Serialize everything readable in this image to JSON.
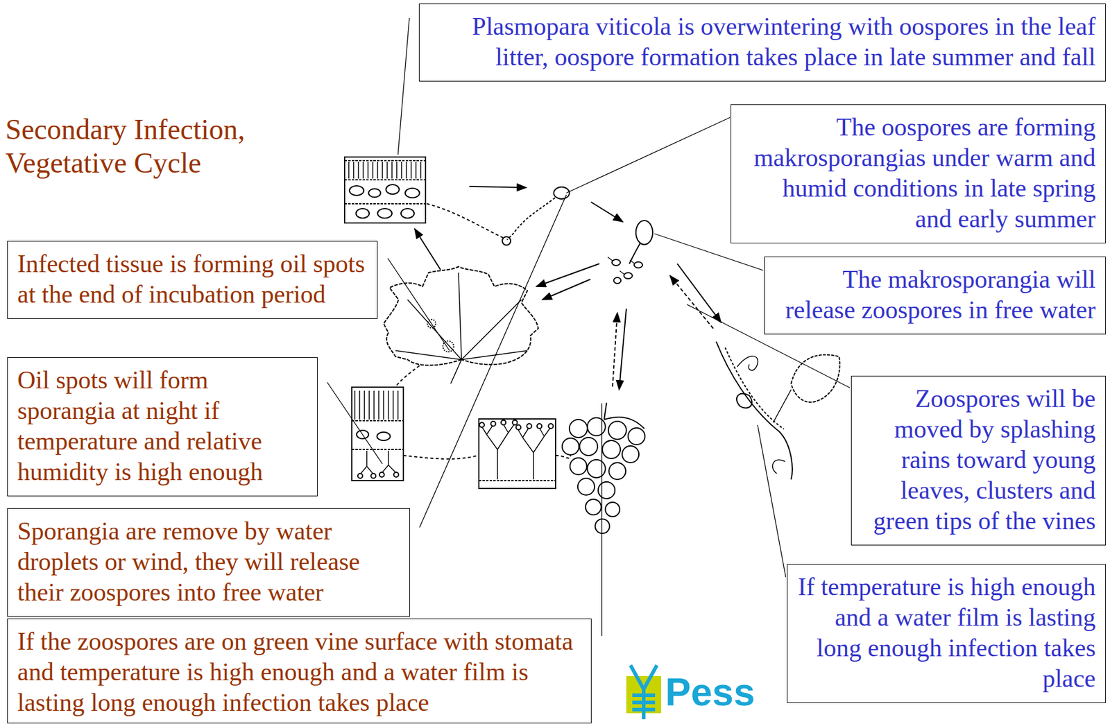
{
  "diagram": {
    "title": "Secondary Infection, Vegetative Cycle",
    "nodes": [
      {
        "text": [
          "Plasmopara viticola is overwintering with oospores in the leaf litter, oospore formation takes place in late summer and fall"
        ]
      },
      {
        "text": [
          "The oospores are forming makrosporangias under warm and humid conditions in late spring and early summer"
        ]
      },
      {
        "text": [
          "The makrosporangia will release zoospores in free water"
        ]
      },
      {
        "text": [
          "Zoospores will be moved by splashing rains toward young leaves, clusters and green tips of the vines"
        ]
      },
      {
        "text": [
          "If temperature is high enough and a water film is lasting long enough infection takes place"
        ]
      },
      {
        "text": [
          "Infected tissue is forming oil spots at the end of incubation period"
        ]
      },
      {
        "text": [
          "Oil spots will form sporangia at night if temperature and relative humidity is high enough"
        ]
      },
      {
        "text": [
          "Sporangia are remove by water droplets or wind, they will release their zoospores into free water"
        ]
      },
      {
        "text": [
          "If the zoospores are on green vine surface with stomata and temperature is high enough and a water film is lasting long enough infection takes place"
        ]
      }
    ],
    "labels": [
      "Pess"
    ]
  }
}
